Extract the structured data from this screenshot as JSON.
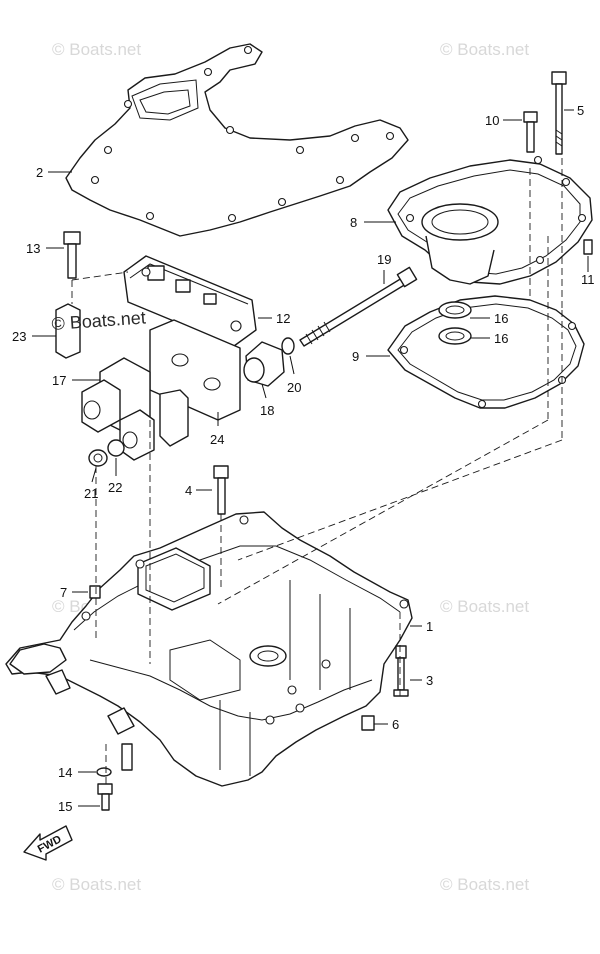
{
  "callouts": [
    {
      "id": "c1",
      "label": "1"
    },
    {
      "id": "c2",
      "label": "2"
    },
    {
      "id": "c3",
      "label": "3"
    },
    {
      "id": "c4",
      "label": "4"
    },
    {
      "id": "c5",
      "label": "5"
    },
    {
      "id": "c6",
      "label": "6"
    },
    {
      "id": "c7",
      "label": "7"
    },
    {
      "id": "c8",
      "label": "8"
    },
    {
      "id": "c9",
      "label": "9"
    },
    {
      "id": "c10",
      "label": "10"
    },
    {
      "id": "c11",
      "label": "11"
    },
    {
      "id": "c12",
      "label": "12"
    },
    {
      "id": "c13",
      "label": "13"
    },
    {
      "id": "c14",
      "label": "14"
    },
    {
      "id": "c15",
      "label": "15"
    },
    {
      "id": "c16a",
      "label": "16"
    },
    {
      "id": "c16b",
      "label": "16"
    },
    {
      "id": "c17",
      "label": "17"
    },
    {
      "id": "c18",
      "label": "18"
    },
    {
      "id": "c19",
      "label": "19"
    },
    {
      "id": "c20",
      "label": "20"
    },
    {
      "id": "c21",
      "label": "21"
    },
    {
      "id": "c22",
      "label": "22"
    },
    {
      "id": "c23",
      "label": "23"
    },
    {
      "id": "c24",
      "label": "24"
    }
  ],
  "watermark": {
    "text": "© Boats.net",
    "prominent_text": "© Boats.net"
  },
  "direction_marker": {
    "label": "FWD"
  },
  "colors": {
    "line": "#1a1a1a",
    "watermark": "#d8d8d8",
    "background": "#ffffff"
  }
}
